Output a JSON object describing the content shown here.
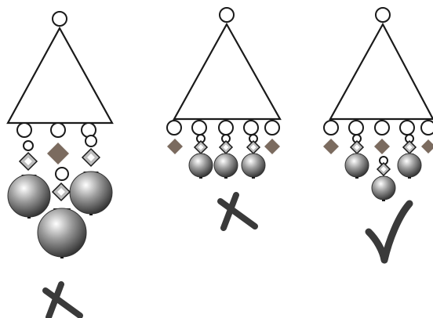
{
  "colors": {
    "line": "#1a1a1a",
    "diamond_fill": "#7b6b5f",
    "mark": "#3a3a3a",
    "ball_light": "#ffffff",
    "ball_mid": "#8e8e8e",
    "ball_dark": "#2e2e2e"
  },
  "diagram": {
    "description_icons": [
      "hanger-triangle",
      "ring",
      "diamond-weight",
      "ball-weight",
      "cross-mark",
      "check-mark"
    ],
    "mobiles": [
      {
        "id": "left",
        "verdict": "cross-mark",
        "result": "incorrect"
      },
      {
        "id": "middle",
        "verdict": "cross-mark",
        "result": "incorrect"
      },
      {
        "id": "right",
        "verdict": "check-mark",
        "result": "correct"
      }
    ]
  }
}
